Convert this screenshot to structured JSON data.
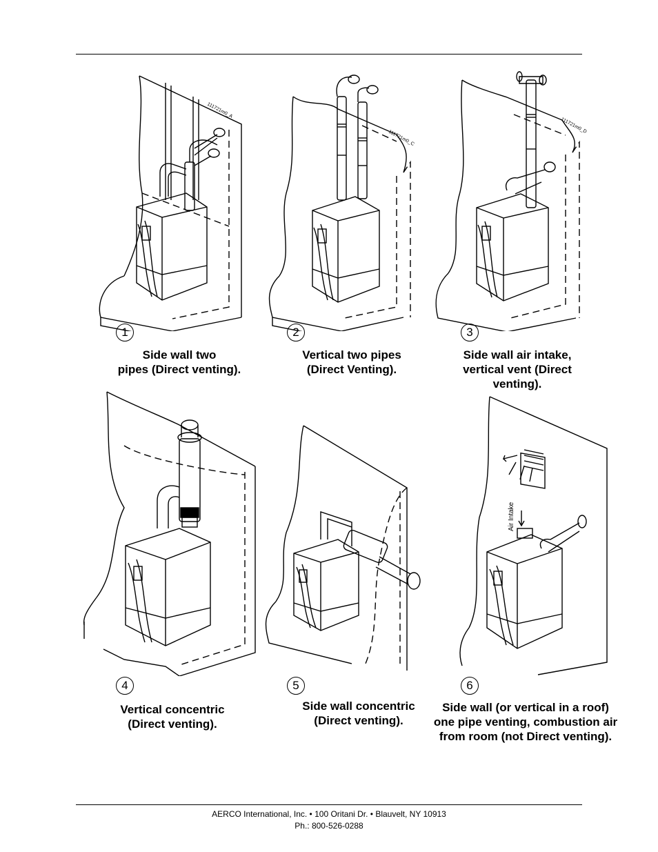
{
  "panels": [
    {
      "number": "1",
      "caption_lines": [
        "Side wall two",
        "pipes (Direct venting)."
      ],
      "drawing_code": "111721m0_A"
    },
    {
      "number": "2",
      "caption_lines": [
        "Vertical two pipes",
        "(Direct Venting)."
      ],
      "drawing_code": "111721m0_C"
    },
    {
      "number": "3",
      "caption_lines": [
        "Side wall air intake,",
        "vertical vent (Direct",
        "venting)."
      ],
      "drawing_code": "111721m0_D"
    },
    {
      "number": "4",
      "caption_lines": [
        "Vertical concentric",
        "(Direct venting)."
      ]
    },
    {
      "number": "5",
      "caption_lines": [
        "Side wall concentric",
        "(Direct venting)."
      ]
    },
    {
      "number": "6",
      "caption_lines": [
        "Side wall (or vertical in a roof)",
        "one pipe venting, combustion air",
        "from room (not Direct venting)."
      ],
      "air_intake_label": "Air Intake"
    }
  ],
  "footer": {
    "line1": "AERCO International, Inc. • 100 Oritani Dr. •  Blauvelt, NY 10913",
    "line2": "Ph.: 800-526-0288"
  }
}
